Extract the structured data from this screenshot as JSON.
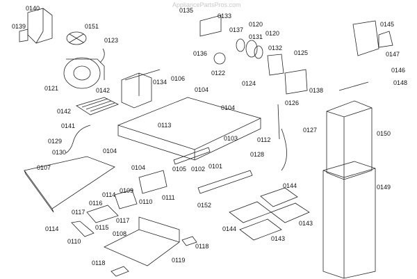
{
  "watermark": "AppliancePartsPros.com",
  "line_color": "#222222",
  "part_labels": [
    "0140",
    "0139",
    "0151",
    "0123",
    "0135",
    "0133",
    "0137",
    "0120",
    "0131",
    "0120",
    "0136",
    "0132",
    "0125",
    "0122",
    "0124",
    "0138",
    "0145",
    "0147",
    "0146",
    "0148",
    "0121",
    "0142",
    "0134",
    "0106",
    "0104",
    "0104",
    "0142",
    "0141",
    "0113",
    "0126",
    "0129",
    "0112",
    "0103",
    "0127",
    "0150",
    "0130",
    "0104",
    "0128",
    "0107",
    "0104",
    "0105",
    "0102",
    "0101",
    "0109",
    "0114",
    "0111",
    "0117",
    "0116",
    "0110",
    "0152",
    "0144",
    "0149",
    "0114",
    "0115",
    "0117",
    "0144",
    "0143",
    "0143",
    "0110",
    "0108",
    "0118",
    "0118",
    "0119"
  ]
}
